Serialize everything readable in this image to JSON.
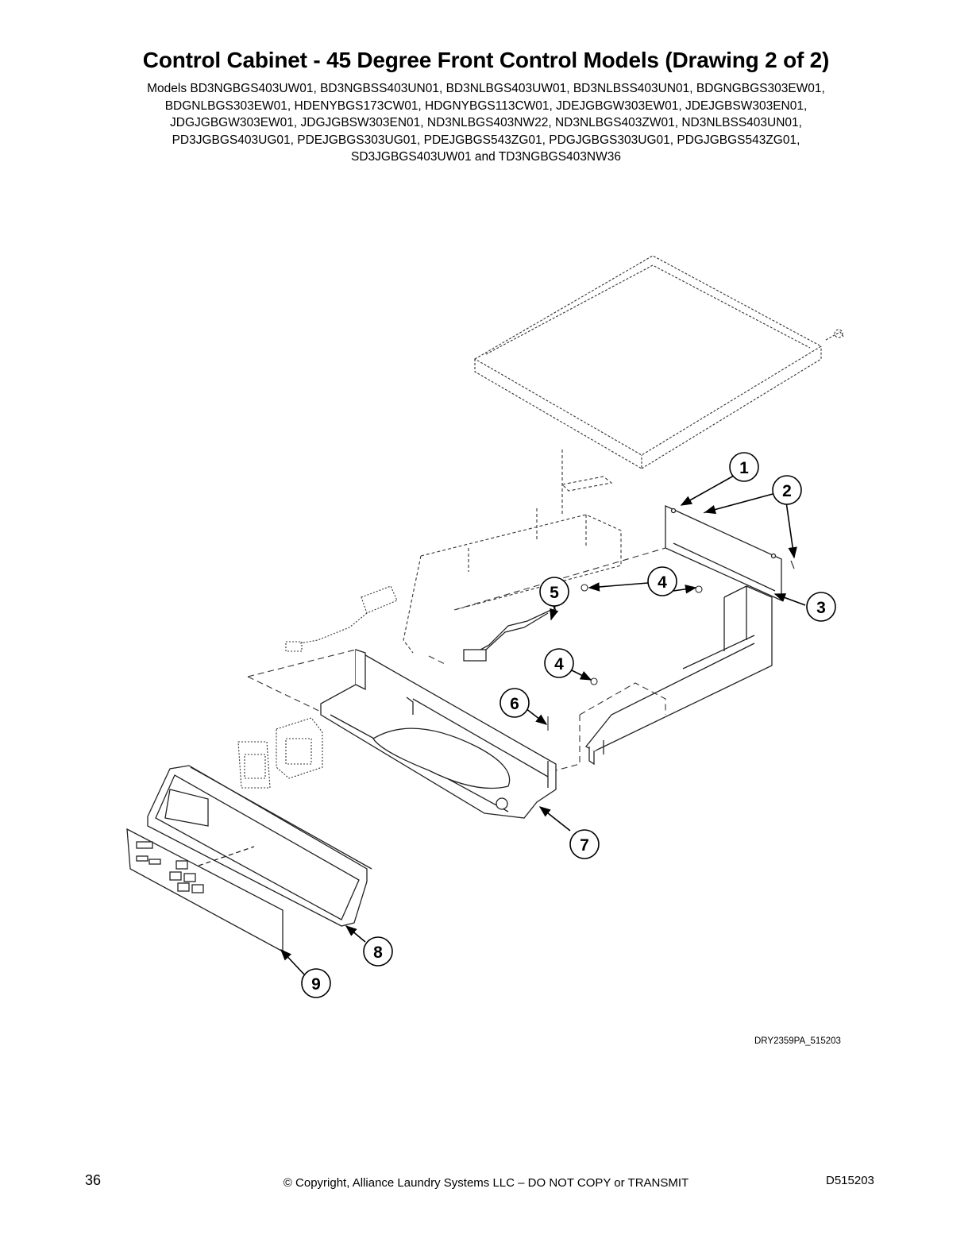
{
  "header": {
    "title": "Control Cabinet - 45 Degree Front Control Models (Drawing 2 of 2)",
    "models_lines": [
      "Models BD3NGBGS403UW01, BD3NGBSS403UN01, BD3NLBGS403UW01, BD3NLBSS403UN01, BDGNGBGS303EW01,",
      "BDGNLBGS303EW01, HDENYBGS173CW01, HDGNYBGS113CW01, JDEJGBGW303EW01, JDEJGBSW303EN01,",
      "JDGJGBGW303EW01, JDGJGBSW303EN01, ND3NLBGS403NW22, ND3NLBGS403ZW01, ND3NLBSS403UN01,",
      "PD3JGBGS403UG01, PDEJGBGS303UG01, PDEJGBGS543ZG01, PDGJGBGS303UG01, PDGJGBGS543ZG01,",
      "SD3JGBGS403UW01 and TD3NGBGS403NW36"
    ]
  },
  "diagram": {
    "callouts": [
      {
        "id": "c1",
        "label": "1"
      },
      {
        "id": "c2",
        "label": "2"
      },
      {
        "id": "c3",
        "label": "3"
      },
      {
        "id": "c4a",
        "label": "4"
      },
      {
        "id": "c5",
        "label": "5"
      },
      {
        "id": "c4b",
        "label": "4"
      },
      {
        "id": "c6",
        "label": "6"
      },
      {
        "id": "c7",
        "label": "7"
      },
      {
        "id": "c8",
        "label": "8"
      },
      {
        "id": "c9",
        "label": "9"
      }
    ],
    "drawing_id": "DRY2359PA_515203"
  },
  "footer": {
    "page_number": "36",
    "copyright": "© Copyright, Alliance Laundry Systems LLC – DO NOT COPY or TRANSMIT",
    "document_number": "D515203"
  }
}
